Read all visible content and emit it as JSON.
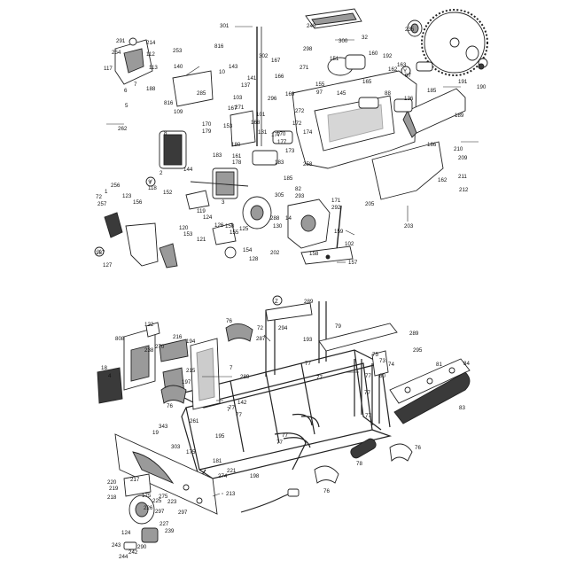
{
  "diagram": {
    "line_color": "#222222",
    "part_fill": "#ffffff",
    "shade_fill": "#9a9a9a",
    "dark_fill": "#3a3a3a",
    "top_assembly": {
      "callouts": [
        "301",
        "248",
        "235",
        "291",
        "214",
        "254",
        "112",
        "117",
        "253",
        "816",
        "302",
        "298",
        "300",
        "32",
        "160",
        "192",
        "151",
        "163",
        "162",
        "87",
        "185",
        "191",
        "190",
        "113",
        "188",
        "140",
        "143",
        "167",
        "271",
        "166",
        "145",
        "155",
        "165",
        "10",
        "103",
        "7",
        "6",
        "5",
        "141",
        "137",
        "169",
        "272",
        "271",
        "296",
        "97",
        "88",
        "136",
        "189",
        "816",
        "109",
        "8",
        "167",
        "101",
        "168",
        "172",
        "186",
        "262",
        "2",
        "170",
        "179",
        "180",
        "153",
        "183",
        "178",
        "161",
        "177",
        "131",
        "170",
        "177",
        "174",
        "173",
        "258",
        "210",
        "209",
        "205",
        "211",
        "212",
        "144",
        "3",
        "185",
        "183",
        "162",
        "285",
        "1",
        "72",
        "257",
        "256",
        "123",
        "118",
        "156",
        "152",
        "119",
        "124",
        "155",
        "125",
        "126",
        "150",
        "120",
        "153",
        "121",
        "154",
        "128",
        "127",
        "288",
        "305",
        "14",
        "82",
        "293",
        "292",
        "171",
        "130",
        "159",
        "102",
        "202",
        "158",
        "157",
        "203",
        "187",
        "Y",
        "Y",
        "X"
      ]
    },
    "bottom_assembly": {
      "callouts": [
        "Z",
        "289",
        "122",
        "808",
        "76",
        "238",
        "270",
        "194",
        "216",
        "72",
        "287",
        "294",
        "79",
        "289",
        "295",
        "193",
        "18",
        "4",
        "215",
        "197",
        "7",
        "77",
        "289",
        "75",
        "73",
        "74",
        "80",
        "76",
        "77",
        "81",
        "84",
        "77",
        "77",
        "142",
        "77",
        "77",
        "7",
        "261",
        "77",
        "77",
        "83",
        "343",
        "19",
        "195",
        "303",
        "77",
        "76",
        "181",
        "175",
        "221",
        "274",
        "198",
        "78",
        "76",
        "220",
        "219",
        "218",
        "217",
        "175",
        "225",
        "275",
        "223",
        "213",
        "226",
        "297",
        "297",
        "227",
        "239",
        "124",
        "243",
        "244",
        "290",
        "242"
      ]
    }
  }
}
